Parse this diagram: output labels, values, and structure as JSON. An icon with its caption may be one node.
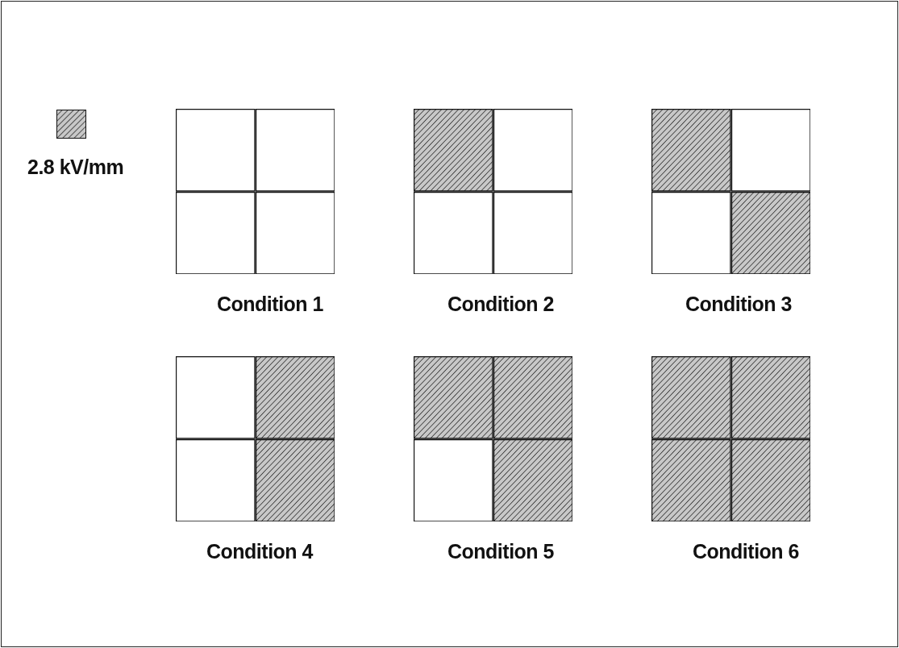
{
  "diagram": {
    "nodes": [
      {
        "text": [
          "Condition 1"
        ]
      },
      {
        "text": [],
        "shape": "box",
        "in": 0
      },
      {
        "text": [],
        "shape": "box",
        "in": 0
      },
      {
        "text": [],
        "shape": "box",
        "in": 0
      },
      {
        "text": [],
        "shape": "box",
        "in": 0
      },
      {
        "text": [
          "Condition 2"
        ]
      },
      {
        "text": [],
        "shape": "hatched",
        "in": 5
      },
      {
        "text": [],
        "shape": "box",
        "in": 5
      },
      {
        "text": [],
        "shape": "box",
        "in": 5
      },
      {
        "text": [],
        "shape": "box",
        "in": 5
      },
      {
        "text": [
          "Condition 3"
        ]
      },
      {
        "text": [],
        "shape": "hatched",
        "in": 10
      },
      {
        "text": [],
        "shape": "box",
        "in": 10
      },
      {
        "text": [],
        "shape": "box",
        "in": 10
      },
      {
        "text": [],
        "shape": "hatched",
        "in": 10
      },
      {
        "text": [
          "Condition 4"
        ]
      },
      {
        "text": [],
        "shape": "box",
        "in": 15
      },
      {
        "text": [],
        "shape": "hatched",
        "in": 15
      },
      {
        "text": [],
        "shape": "box",
        "in": 15
      },
      {
        "text": [],
        "shape": "hatched",
        "in": 15
      },
      {
        "text": [
          "Condition 5"
        ]
      },
      {
        "text": [],
        "shape": "hatched",
        "in": 20
      },
      {
        "text": [],
        "shape": "hatched",
        "in": 20
      },
      {
        "text": [],
        "shape": "box",
        "in": 20
      },
      {
        "text": [],
        "shape": "hatched",
        "in": 20
      },
      {
        "text": [
          "Condition 6"
        ]
      },
      {
        "text": [],
        "shape": "hatched",
        "in": 25
      },
      {
        "text": [],
        "shape": "hatched",
        "in": 25
      },
      {
        "text": [],
        "shape": "hatched",
        "in": 25
      },
      {
        "text": [],
        "shape": "hatched",
        "in": 25
      }
    ],
    "legend": [
      {
        "text": "2.8 kV/mm"
      }
    ]
  }
}
